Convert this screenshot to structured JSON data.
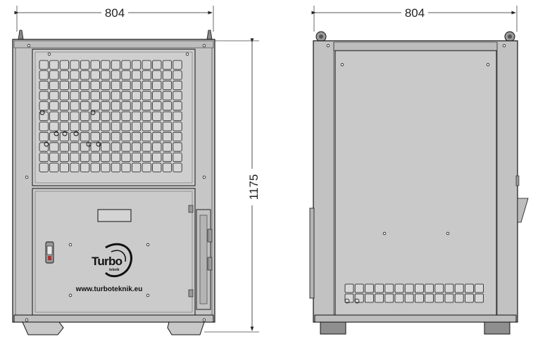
{
  "drawing": {
    "front_view": {
      "width_dim": "804",
      "height_dim": "1175",
      "logo": {
        "word": "Turbo",
        "sub": "teknik"
      },
      "website": "www.turboteknik.eu"
    },
    "side_view": {
      "width_dim": "804"
    }
  },
  "colors": {
    "panel": "#cdcdcd",
    "panel_dark": "#b9b9b9",
    "frame": "#c4c4c4",
    "line": "#1a1a1a",
    "foot": "#8a8a8a"
  }
}
